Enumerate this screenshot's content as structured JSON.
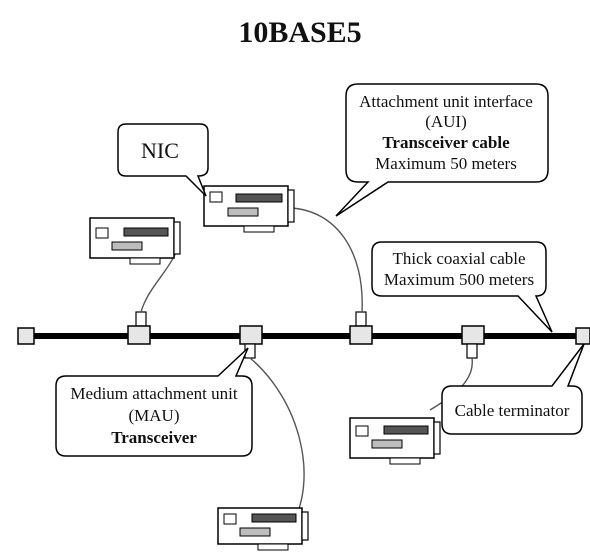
{
  "title": "10BASE5",
  "callouts": {
    "nic": {
      "lines": [
        "NIC"
      ]
    },
    "aui": {
      "lines": [
        "Attachment unit interface",
        "(AUI)",
        "Transceiver cable",
        "Maximum 50 meters"
      ]
    },
    "coax": {
      "lines": [
        "Thick coaxial cable",
        "Maximum 500 meters"
      ]
    },
    "mau": {
      "lines": [
        "Medium attachment unit",
        "(MAU)",
        "Transceiver"
      ]
    },
    "terminator": {
      "lines": [
        "Cable terminator"
      ]
    }
  },
  "colors": {
    "cable": "#000000",
    "line": "#333333",
    "card_bg": "#ffffff",
    "card_dark": "#555555",
    "card_light": "#bdbdbd",
    "box_fill": "#e6e6e6"
  },
  "icons": [
    "nic-card-icon",
    "transceiver-icon",
    "terminator-icon",
    "coaxial-cable"
  ]
}
